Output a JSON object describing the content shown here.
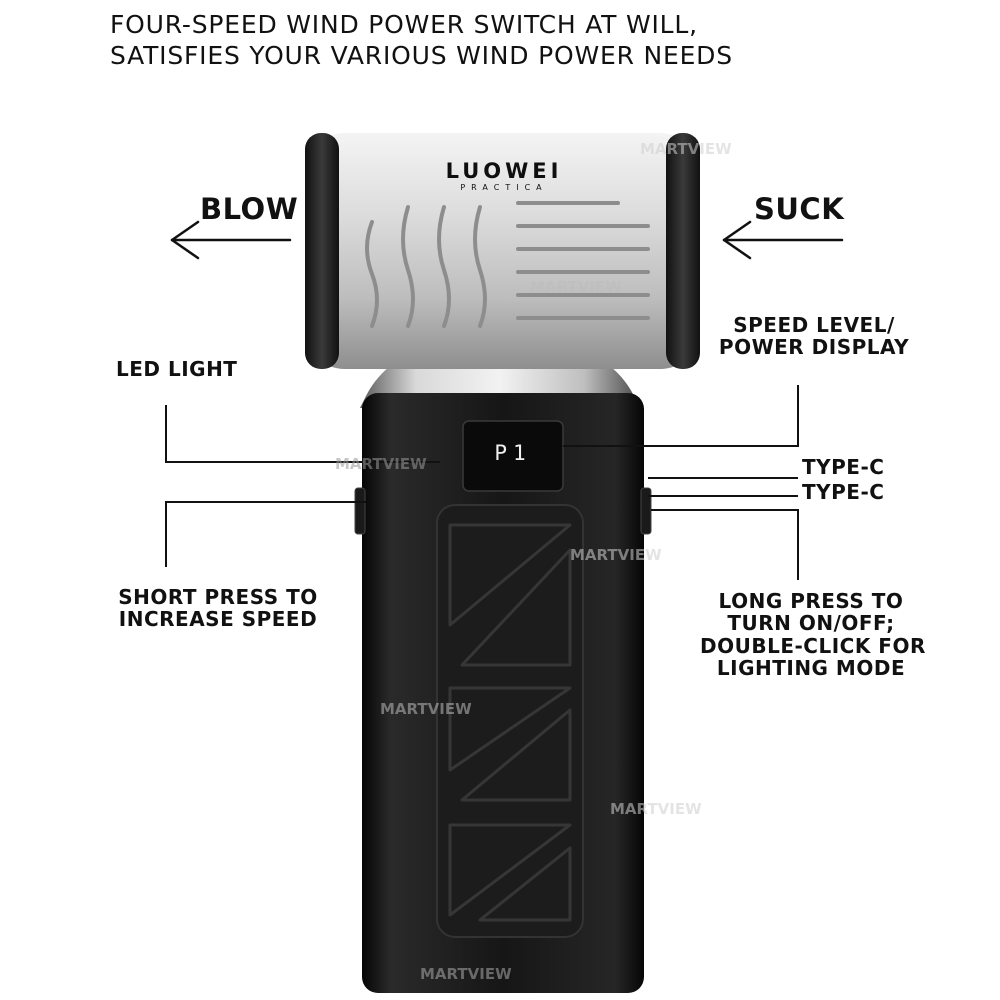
{
  "headline": {
    "line1": "FOUR-SPEED WIND POWER SWITCH AT WILL,",
    "line2": "SATISFIES YOUR VARIOUS WIND POWER NEEDS"
  },
  "brand": {
    "name": "LUOWEI",
    "sub": "PRACTICA"
  },
  "display": {
    "readout": "P1"
  },
  "labels": {
    "blow": "BLOW",
    "suck": "SUCK",
    "speed_line1": "SPEED LEVEL/",
    "speed_line2": "POWER DISPLAY",
    "led": "LED LIGHT",
    "typec_1": "TYPE-C",
    "typec_2": "TYPE-C",
    "short_line1": "SHORT PRESS TO",
    "short_line2": "INCREASE SPEED",
    "long_line1": "LONG PRESS TO",
    "long_line2": "TURN ON/OFF;",
    "long_line3": "DOUBLE-CLICK FOR",
    "long_line4": "LIGHTING MODE"
  },
  "watermark": {
    "text": "MARTVIEW"
  },
  "colors": {
    "body": "#141414",
    "head_metal": "#d6d6d6",
    "neck": "#c9c9c9",
    "text": "#111111"
  }
}
